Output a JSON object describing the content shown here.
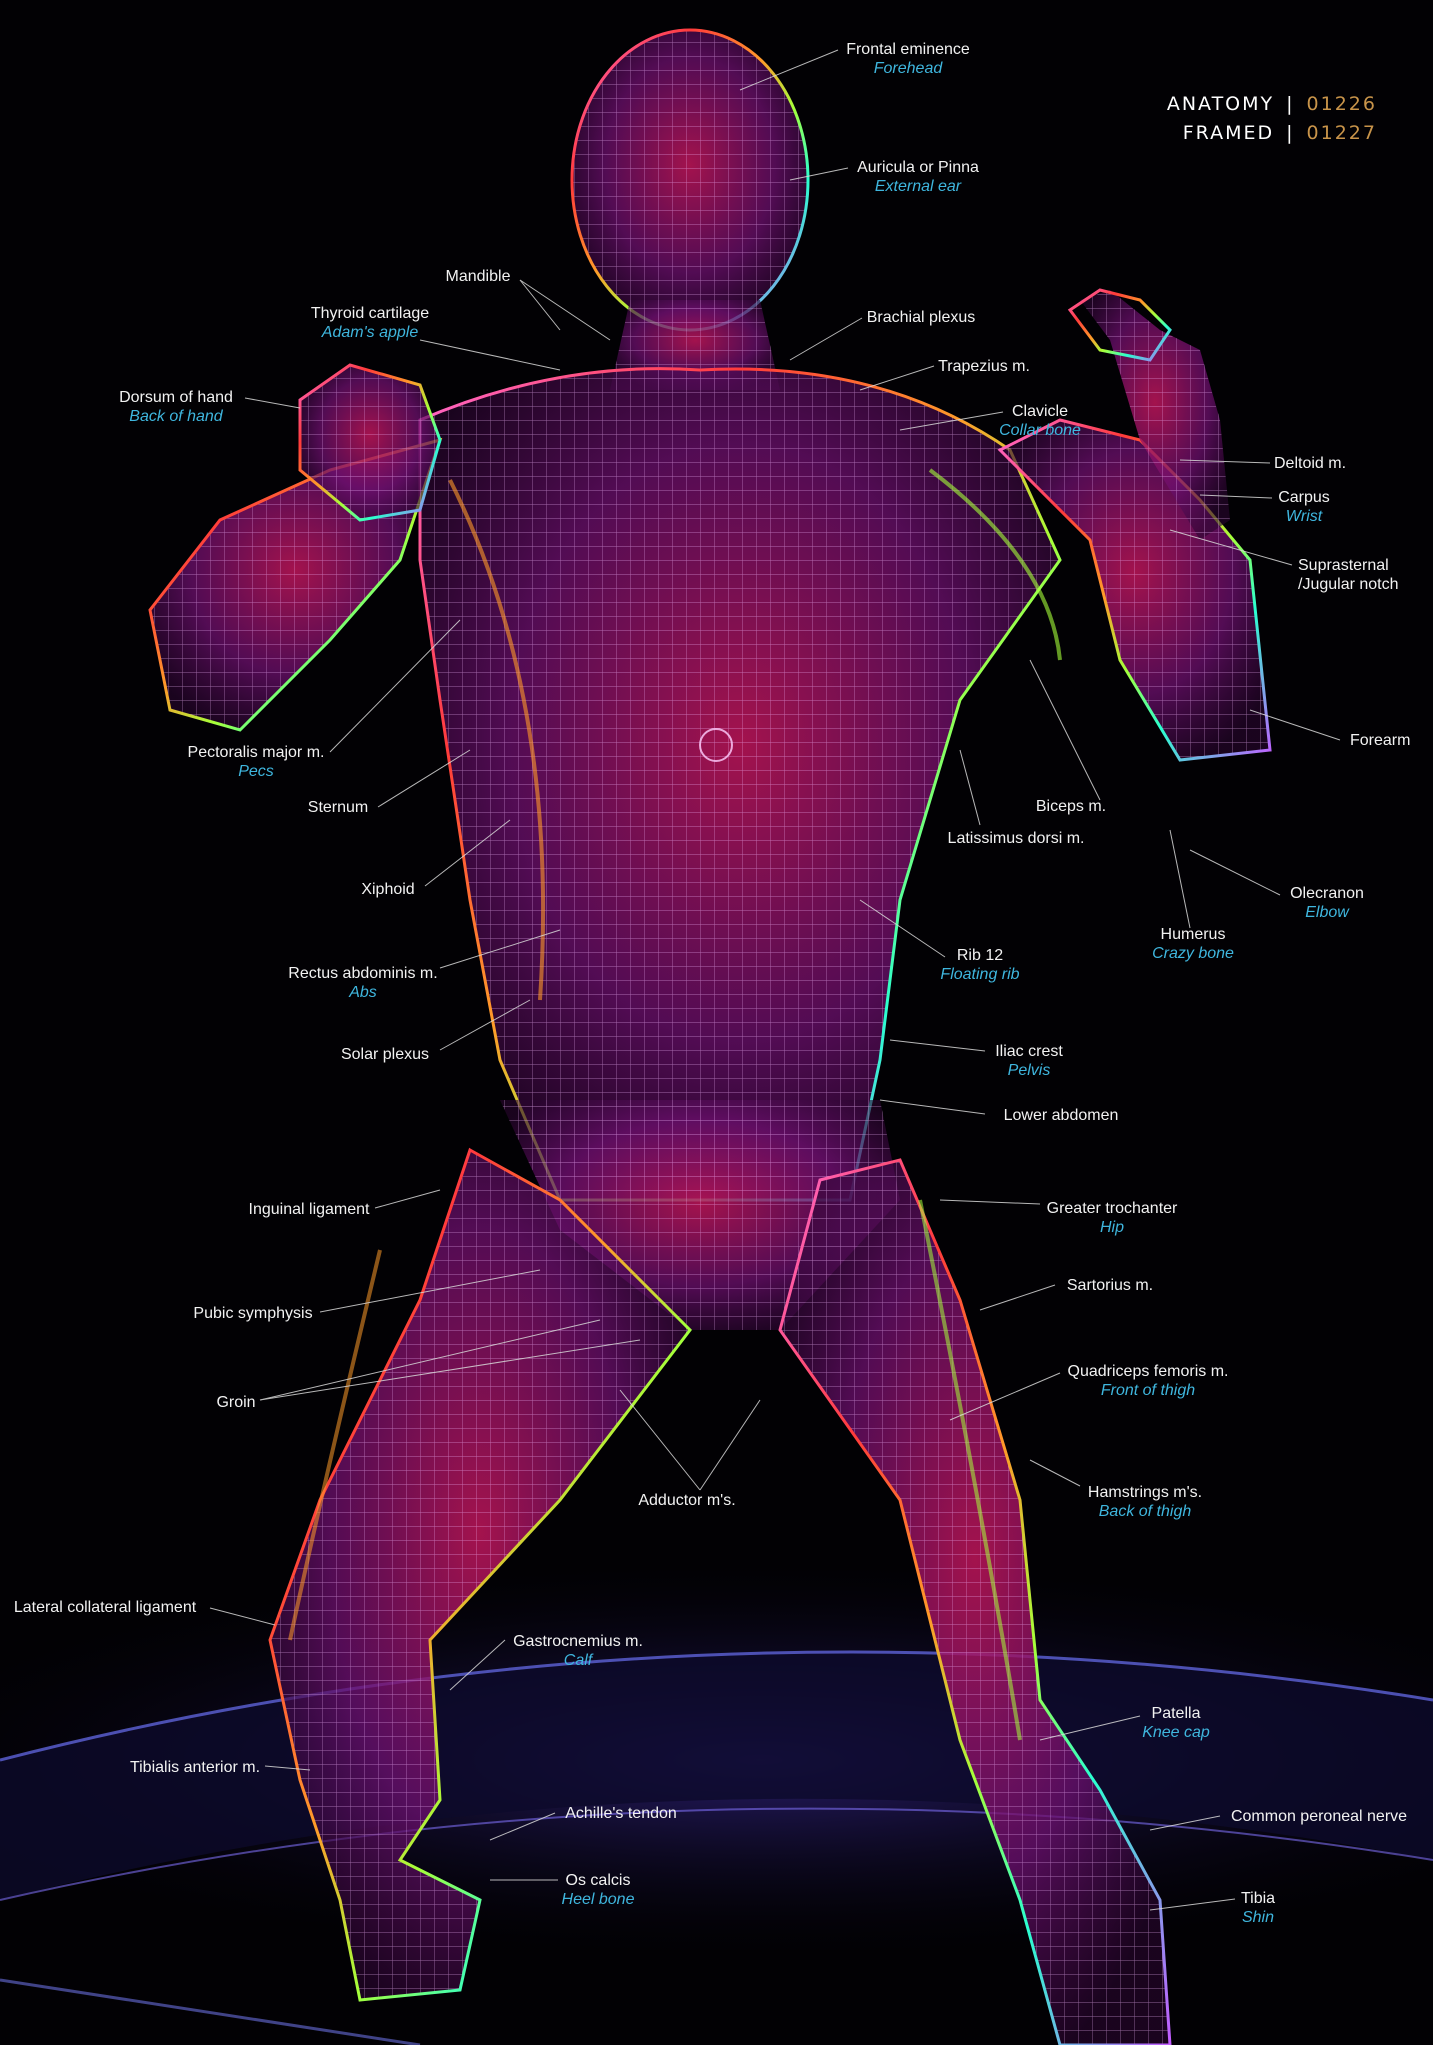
{
  "header": {
    "rows": [
      {
        "series": "ANATOMY",
        "separator": "|",
        "code": "01226"
      },
      {
        "series": "FRAMED",
        "separator": "|",
        "code": "01227"
      }
    ]
  },
  "colors": {
    "background": "#020104",
    "label_text": "#f2f2f2",
    "common_name_text": "#3fb6de",
    "code_text": "#c8944a",
    "mesh_gradient": [
      "#ff3b3b",
      "#ff9a2a",
      "#a6ff3a",
      "#2bffd0",
      "#c35bff",
      "#ff6ad5"
    ]
  },
  "labels": [
    {
      "term": "Frontal eminence",
      "common": "Forehead"
    },
    {
      "term": "Auricula or Pinna",
      "common": "External ear"
    },
    {
      "term": "Mandible",
      "common": ""
    },
    {
      "term": "Thyroid cartilage",
      "common": "Adam's apple"
    },
    {
      "term": "Brachial plexus",
      "common": ""
    },
    {
      "term": "Trapezius m.",
      "common": ""
    },
    {
      "term": "Dorsum of hand",
      "common": "Back of hand"
    },
    {
      "term": "Clavicle",
      "common": "Collar bone"
    },
    {
      "term": "Deltoid m.",
      "common": ""
    },
    {
      "term": "Carpus",
      "common": "Wrist"
    },
    {
      "term": "Suprasternal\n/Jugular notch",
      "common": ""
    },
    {
      "term": "Forearm",
      "common": ""
    },
    {
      "term": "Pectoralis major m.",
      "common": "Pecs"
    },
    {
      "term": "Sternum",
      "common": ""
    },
    {
      "term": "Biceps m.",
      "common": ""
    },
    {
      "term": "Latissimus dorsi m.",
      "common": ""
    },
    {
      "term": "Xiphoid",
      "common": ""
    },
    {
      "term": "Olecranon",
      "common": "Elbow"
    },
    {
      "term": "Humerus",
      "common": "Crazy bone"
    },
    {
      "term": "Rib 12",
      "common": "Floating rib"
    },
    {
      "term": "Rectus abdominis m.",
      "common": "Abs"
    },
    {
      "term": "Solar plexus",
      "common": ""
    },
    {
      "term": "Iliac crest",
      "common": "Pelvis"
    },
    {
      "term": "Lower abdomen",
      "common": ""
    },
    {
      "term": "Inguinal ligament",
      "common": ""
    },
    {
      "term": "Greater trochanter",
      "common": "Hip"
    },
    {
      "term": "Sartorius m.",
      "common": ""
    },
    {
      "term": "Pubic symphysis",
      "common": ""
    },
    {
      "term": "Quadriceps femoris m.",
      "common": "Front of thigh"
    },
    {
      "term": "Groin",
      "common": ""
    },
    {
      "term": "Adductor m's.",
      "common": ""
    },
    {
      "term": "Hamstrings m's.",
      "common": "Back of thigh"
    },
    {
      "term": "Lateral collateral ligament",
      "common": ""
    },
    {
      "term": "Gastrocnemius m.",
      "common": "Calf"
    },
    {
      "term": "Patella",
      "common": "Knee cap"
    },
    {
      "term": "Tibialis anterior m.",
      "common": ""
    },
    {
      "term": "Achille's tendon",
      "common": ""
    },
    {
      "term": "Common peroneal nerve",
      "common": ""
    },
    {
      "term": "Os calcis",
      "common": "Heel bone"
    },
    {
      "term": "Tibia",
      "common": "Shin"
    }
  ]
}
